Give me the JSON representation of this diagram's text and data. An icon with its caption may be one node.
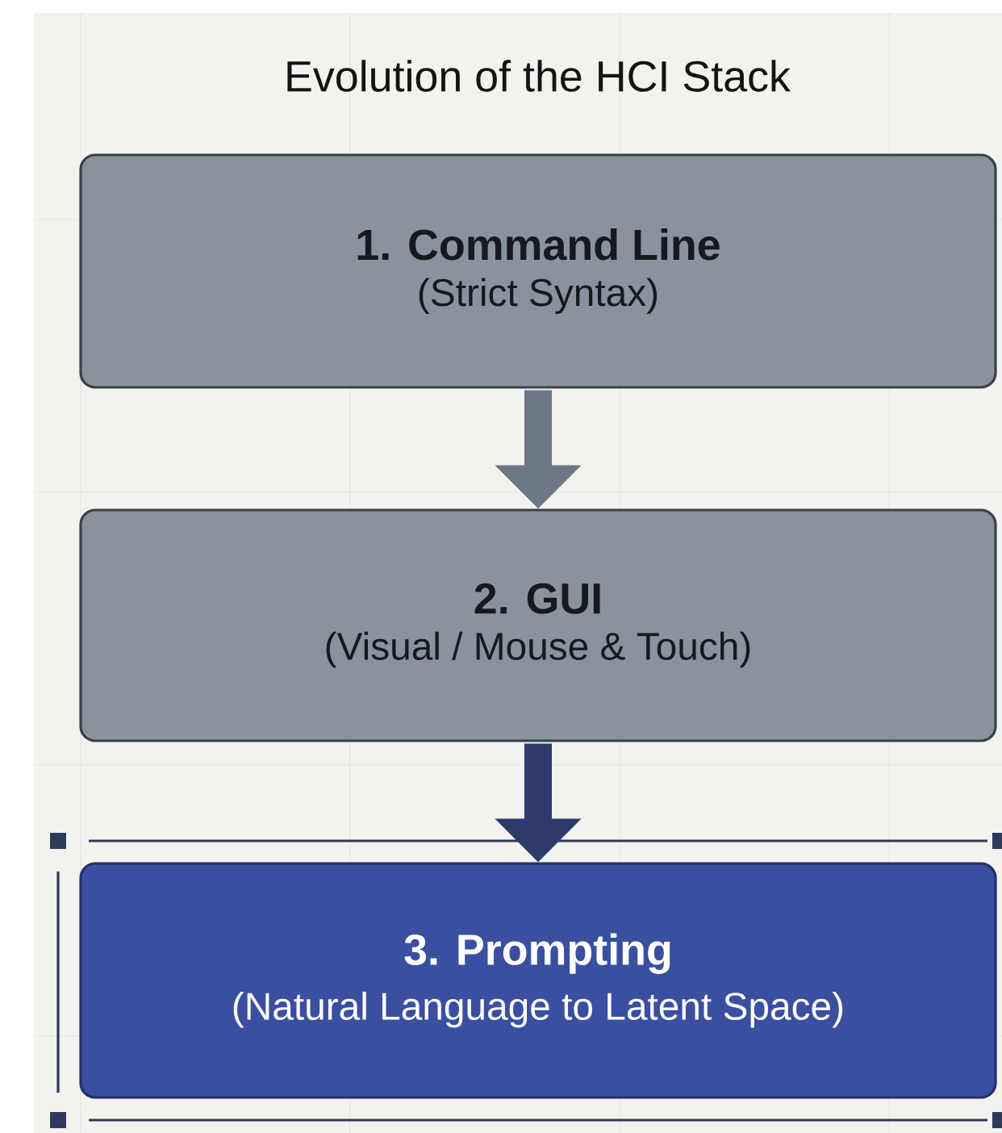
{
  "diagram": {
    "title": "Evolution of the HCI Stack",
    "nodes": [
      {
        "text": [
          "1. Command Line",
          "(Strict Syntax)"
        ]
      },
      {
        "text": [
          "2. GUI",
          "(Visual / Mouse & Touch)"
        ]
      },
      {
        "text": [
          "3. Prompting",
          "(Natural Language to Latent Space)"
        ]
      }
    ],
    "edges": [
      {
        "from": 0,
        "to": 1,
        "arrow": "to",
        "color": "#6d7784"
      },
      {
        "from": 1,
        "to": 2,
        "arrow": "to",
        "color": "#2e3a6b"
      }
    ]
  }
}
